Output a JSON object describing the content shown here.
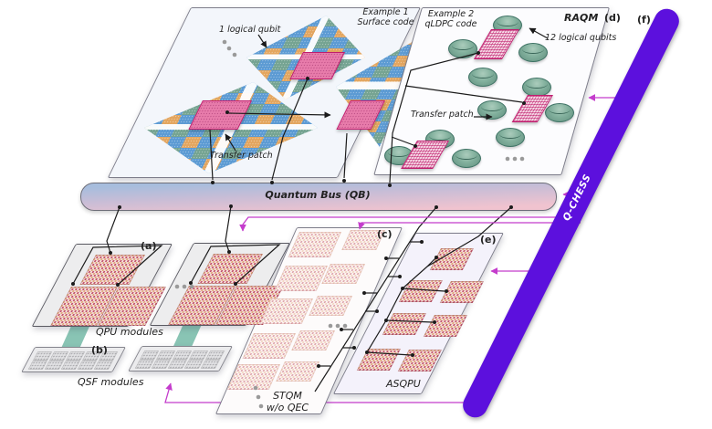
{
  "labels": {
    "example1_line1": "Example 1",
    "example1_line2": "Surface code",
    "example2_line1": "Example 2",
    "example2_line2": "qLDPC code",
    "one_logical_qubit": "1 logical qubit",
    "twelve_logical_qubits": "12 logical qubits",
    "transfer_patch_surface": "Transfer patch",
    "transfer_patch_qldpc": "Transfer patch",
    "raqm": "RAQM",
    "tag_a": "(a)",
    "tag_b": "(b)",
    "tag_c": "(c)",
    "tag_d": "(d)",
    "tag_e": "(e)",
    "tag_f": "(f)",
    "quantum_bus": "Quantum Bus (QB)",
    "qpu_modules": "QPU modules",
    "qsf_modules": "QSF modules",
    "stqm_line1": "STQM",
    "stqm_line2": "w/o QEC",
    "asqpu": "ASQPU",
    "qchess": "Q-CHESS"
  },
  "colors": {
    "bus_gradient_top": "#a7bddd",
    "bus_gradient_bottom": "#f0c3cf",
    "qchess_purple": "#5c10dd",
    "magenta_link": "#c43ccc",
    "tile_blue": "#5b9ad3",
    "tile_orange": "#e3a55e",
    "tile_teal": "#74a391",
    "transfer_patch_pink": "#e87cab",
    "patch_border_crimson": "#bf1d6e",
    "qubit_disk_teal": "#82b09d",
    "ribbon_teal": "#7fbfae"
  }
}
